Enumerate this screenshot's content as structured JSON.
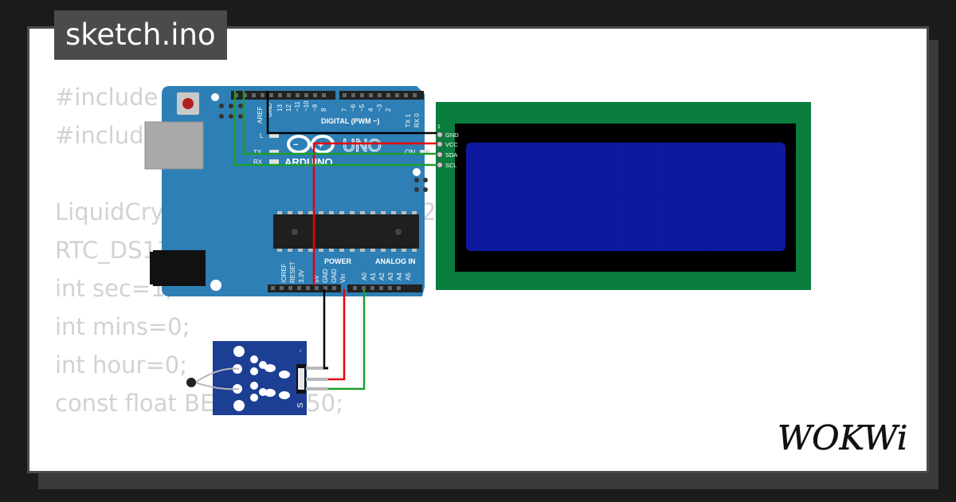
{
  "title": "sketch.ino",
  "code_lines": [
    "#include <Wire.h>",
    "#include <LiquidCrystal_I2C.h>",
    "",
    "LiquidCrystal_I2C lcd(0x27, 16, 2);",
    "RTC_DS1307 rtc;",
    "int sec=1;",
    "int mins=0;",
    "int hour=0;",
    "const float BETA = 3950;"
  ],
  "arduino": {
    "board_label": "UNO",
    "brand_label": "ARDUINO",
    "digital_label": "DIGITAL (PWM ~)",
    "power_label": "POWER",
    "analog_label": "ANALOG IN",
    "on_label": "ON",
    "tx_label": "TX",
    "rx_label": "RX",
    "l_label": "L",
    "aref_label": "AREF",
    "gnd_label": "GND",
    "digital_pins": [
      "13",
      "12",
      "~11",
      "~10",
      "~9",
      "8",
      "7",
      "~6",
      "~5",
      "4",
      "~3",
      "2",
      "TX 1",
      "RX 0"
    ],
    "power_pins": [
      "IOREF",
      "RESET",
      "3.3V",
      "5V",
      "GND",
      "GND",
      "Vin"
    ],
    "analog_pins": [
      "A0",
      "A1",
      "A2",
      "A3",
      "A4",
      "A5"
    ]
  },
  "lcd": {
    "pins": [
      "GND",
      "VCC",
      "SDA",
      "SCL"
    ],
    "pin_one_label": "1"
  },
  "sensor": {
    "labels": [
      "-",
      "S"
    ]
  },
  "wires": {
    "gnd_color": "#000000",
    "vcc_color": "#e8000b",
    "sda_color": "#1c9e2a",
    "signal_color": "#1c9e2a"
  },
  "brand": "WOKWi"
}
